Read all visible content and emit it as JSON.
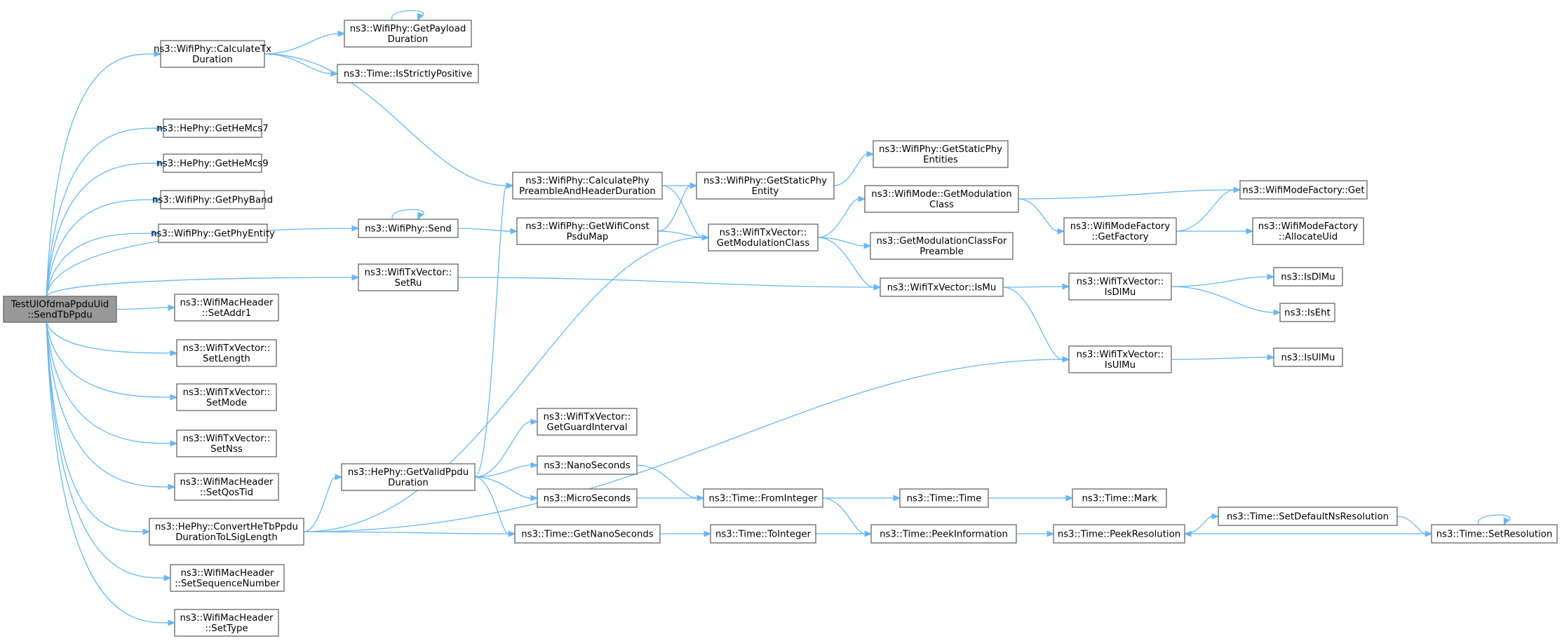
{
  "colors": {
    "edge": "#63b8ff",
    "node_border": "#666666",
    "root_fill": "#999999",
    "node_fill": "#ffffff"
  },
  "nodes": {
    "root": [
      "TestUlOfdmaPpduUid",
      "::SendTbPpdu"
    ],
    "calcTx": [
      "ns3::WifiPhy::CalculateTx",
      "Duration"
    ],
    "getPayload": [
      "ns3::WifiPhy::GetPayload",
      "Duration"
    ],
    "isStrictlyPositive": [
      "ns3::Time::IsStrictlyPositive"
    ],
    "getHeMcs7": [
      "ns3::HePhy::GetHeMcs7"
    ],
    "getHeMcs9": [
      "ns3::HePhy::GetHeMcs9"
    ],
    "getPhyBand": [
      "ns3::WifiPhy::GetPhyBand"
    ],
    "getPhyEntity": [
      "ns3::WifiPhy::GetPhyEntity"
    ],
    "send": [
      "ns3::WifiPhy::Send"
    ],
    "setRu": [
      "ns3::WifiTxVector::",
      "SetRu"
    ],
    "setAddr1": [
      "ns3::WifiMacHeader",
      "::SetAddr1"
    ],
    "setLength": [
      "ns3::WifiTxVector::",
      "SetLength"
    ],
    "setMode": [
      "ns3::WifiTxVector::",
      "SetMode"
    ],
    "setNss": [
      "ns3::WifiTxVector::",
      "SetNss"
    ],
    "setQosTid": [
      "ns3::WifiMacHeader",
      "::SetQosTid"
    ],
    "convertHe": [
      "ns3::HePhy::ConvertHeTbPpdu",
      "DurationToLSigLength"
    ],
    "setSeq": [
      "ns3::WifiMacHeader",
      "::SetSequenceNumber"
    ],
    "setType": [
      "ns3::WifiMacHeader",
      "::SetType"
    ],
    "calcPreamble": [
      "ns3::WifiPhy::CalculatePhy",
      "PreambleAndHeaderDuration"
    ],
    "getWifiConst": [
      "ns3::WifiPhy::GetWifiConst",
      "PsduMap"
    ],
    "getValidPpdu": [
      "ns3::HePhy::GetValidPpdu",
      "Duration"
    ],
    "getStaticPhyEntity": [
      "ns3::WifiPhy::GetStaticPhy",
      "Entity"
    ],
    "getStaticPhyEntities": [
      "ns3::WifiPhy::GetStaticPhy",
      "Entities"
    ],
    "txGetModClass": [
      "ns3::WifiTxVector::",
      "GetModulationClass"
    ],
    "modeGetModClass": [
      "ns3::WifiMode::GetModulation",
      "Class"
    ],
    "getModClassPreamble": [
      "ns3::GetModulationClassFor",
      "Preamble"
    ],
    "isMu": [
      "ns3::WifiTxVector::IsMu"
    ],
    "factoryGet": [
      "ns3::WifiModeFactory::Get"
    ],
    "getFactory": [
      "ns3::WifiModeFactory",
      "::GetFactory"
    ],
    "allocateUid": [
      "ns3::WifiModeFactory",
      "::AllocateUid"
    ],
    "txIsDlMu": [
      "ns3::WifiTxVector::",
      "IsDlMu"
    ],
    "isDlMu": [
      "ns3::IsDlMu"
    ],
    "isEht": [
      "ns3::IsEht"
    ],
    "txIsUlMu": [
      "ns3::WifiTxVector::",
      "IsUlMu"
    ],
    "isUlMu": [
      "ns3::IsUlMu"
    ],
    "getGuard": [
      "ns3::WifiTxVector::",
      "GetGuardInterval"
    ],
    "nanoSeconds": [
      "ns3::NanoSeconds"
    ],
    "microSeconds": [
      "ns3::MicroSeconds"
    ],
    "getNanoSeconds": [
      "ns3::Time::GetNanoSeconds"
    ],
    "fromInteger": [
      "ns3::Time::FromInteger"
    ],
    "toInteger": [
      "ns3::Time::ToInteger"
    ],
    "timeTime": [
      "ns3::Time::Time"
    ],
    "peekInfo": [
      "ns3::Time::PeekInformation"
    ],
    "mark": [
      "ns3::Time::Mark"
    ],
    "peekRes": [
      "ns3::Time::PeekResolution"
    ],
    "setDefaultNs": [
      "ns3::Time::SetDefaultNsResolution"
    ],
    "setResolution": [
      "ns3::Time::SetResolution"
    ]
  },
  "edges": [
    [
      "root",
      "calcTx"
    ],
    [
      "root",
      "getHeMcs7"
    ],
    [
      "root",
      "getHeMcs9"
    ],
    [
      "root",
      "getPhyBand"
    ],
    [
      "root",
      "getPhyEntity"
    ],
    [
      "root",
      "send"
    ],
    [
      "root",
      "setRu"
    ],
    [
      "root",
      "setAddr1"
    ],
    [
      "root",
      "setLength"
    ],
    [
      "root",
      "setMode"
    ],
    [
      "root",
      "setNss"
    ],
    [
      "root",
      "setQosTid"
    ],
    [
      "root",
      "convertHe"
    ],
    [
      "root",
      "setSeq"
    ],
    [
      "root",
      "setType"
    ],
    [
      "calcTx",
      "getPayload"
    ],
    [
      "calcTx",
      "isStrictlyPositive"
    ],
    [
      "calcTx",
      "calcPreamble"
    ],
    [
      "getPayload",
      "getPayload"
    ],
    [
      "send",
      "send"
    ],
    [
      "send",
      "getWifiConst"
    ],
    [
      "setRu",
      "isMu"
    ],
    [
      "convertHe",
      "getValidPpdu"
    ],
    [
      "convertHe",
      "getNanoSeconds"
    ],
    [
      "convertHe",
      "txGetModClass"
    ],
    [
      "convertHe",
      "txIsUlMu"
    ],
    [
      "getValidPpdu",
      "calcPreamble"
    ],
    [
      "getValidPpdu",
      "getGuard"
    ],
    [
      "getValidPpdu",
      "nanoSeconds"
    ],
    [
      "getValidPpdu",
      "microSeconds"
    ],
    [
      "getValidPpdu",
      "getNanoSeconds"
    ],
    [
      "calcPreamble",
      "getStaticPhyEntity"
    ],
    [
      "calcPreamble",
      "txGetModClass"
    ],
    [
      "getWifiConst",
      "getStaticPhyEntity"
    ],
    [
      "getWifiConst",
      "txGetModClass"
    ],
    [
      "getStaticPhyEntity",
      "getStaticPhyEntities"
    ],
    [
      "txGetModClass",
      "modeGetModClass"
    ],
    [
      "txGetModClass",
      "getModClassPreamble"
    ],
    [
      "txGetModClass",
      "isMu"
    ],
    [
      "modeGetModClass",
      "factoryGet"
    ],
    [
      "modeGetModClass",
      "getFactory"
    ],
    [
      "getFactory",
      "factoryGet"
    ],
    [
      "getFactory",
      "allocateUid"
    ],
    [
      "isMu",
      "txIsDlMu"
    ],
    [
      "isMu",
      "txIsUlMu"
    ],
    [
      "txIsDlMu",
      "isDlMu"
    ],
    [
      "txIsDlMu",
      "isEht"
    ],
    [
      "txIsUlMu",
      "isUlMu"
    ],
    [
      "nanoSeconds",
      "fromInteger"
    ],
    [
      "microSeconds",
      "fromInteger"
    ],
    [
      "getNanoSeconds",
      "toInteger"
    ],
    [
      "fromInteger",
      "timeTime"
    ],
    [
      "fromInteger",
      "peekInfo"
    ],
    [
      "toInteger",
      "peekInfo"
    ],
    [
      "timeTime",
      "mark"
    ],
    [
      "peekInfo",
      "peekRes"
    ],
    [
      "peekRes",
      "setDefaultNs"
    ],
    [
      "setDefaultNs",
      "setResolution"
    ],
    [
      "setResolution",
      "peekRes"
    ],
    [
      "setResolution",
      "setResolution"
    ]
  ]
}
